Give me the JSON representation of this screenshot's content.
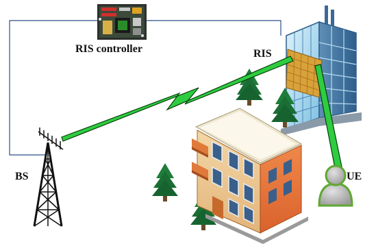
{
  "labels": {
    "ris_controller": "RIS controller",
    "ris": "RIS",
    "bs": "BS",
    "ue": "UE"
  },
  "colors": {
    "control_line": "#2b4f86",
    "beam_fill": "#2ecc40",
    "beam_stroke": "#0a3d0a",
    "ris_panel": "#d8a23a",
    "ue_body": "#b7b7b7",
    "ue_outline": "#5fa832"
  }
}
